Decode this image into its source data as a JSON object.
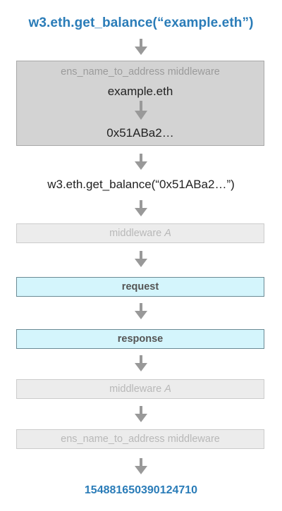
{
  "diagram": {
    "title": "w3.eth.get_balance(“example.eth”)",
    "ens_box": {
      "label": "ens_name_to_address middleware",
      "input": "example.eth",
      "output": "0x51ABa2…"
    },
    "resolved_call": "w3.eth.get_balance(“0x51ABa2…”)",
    "middleware_a_in": {
      "prefix": "middleware ",
      "suffix": "A"
    },
    "request": "request",
    "response": "response",
    "middleware_a_out": {
      "prefix": "middleware ",
      "suffix": "A"
    },
    "ens_out_label": "ens_name_to_address middleware",
    "result": "154881650390124710"
  },
  "colors": {
    "accent_blue": "#2a7cb8",
    "arrow_gray": "#999999",
    "box_gray": "#d3d3d3",
    "box_light": "#ececec",
    "box_cyan": "#d4f5fc"
  },
  "icons": {
    "arrow": "arrow-down-icon"
  }
}
